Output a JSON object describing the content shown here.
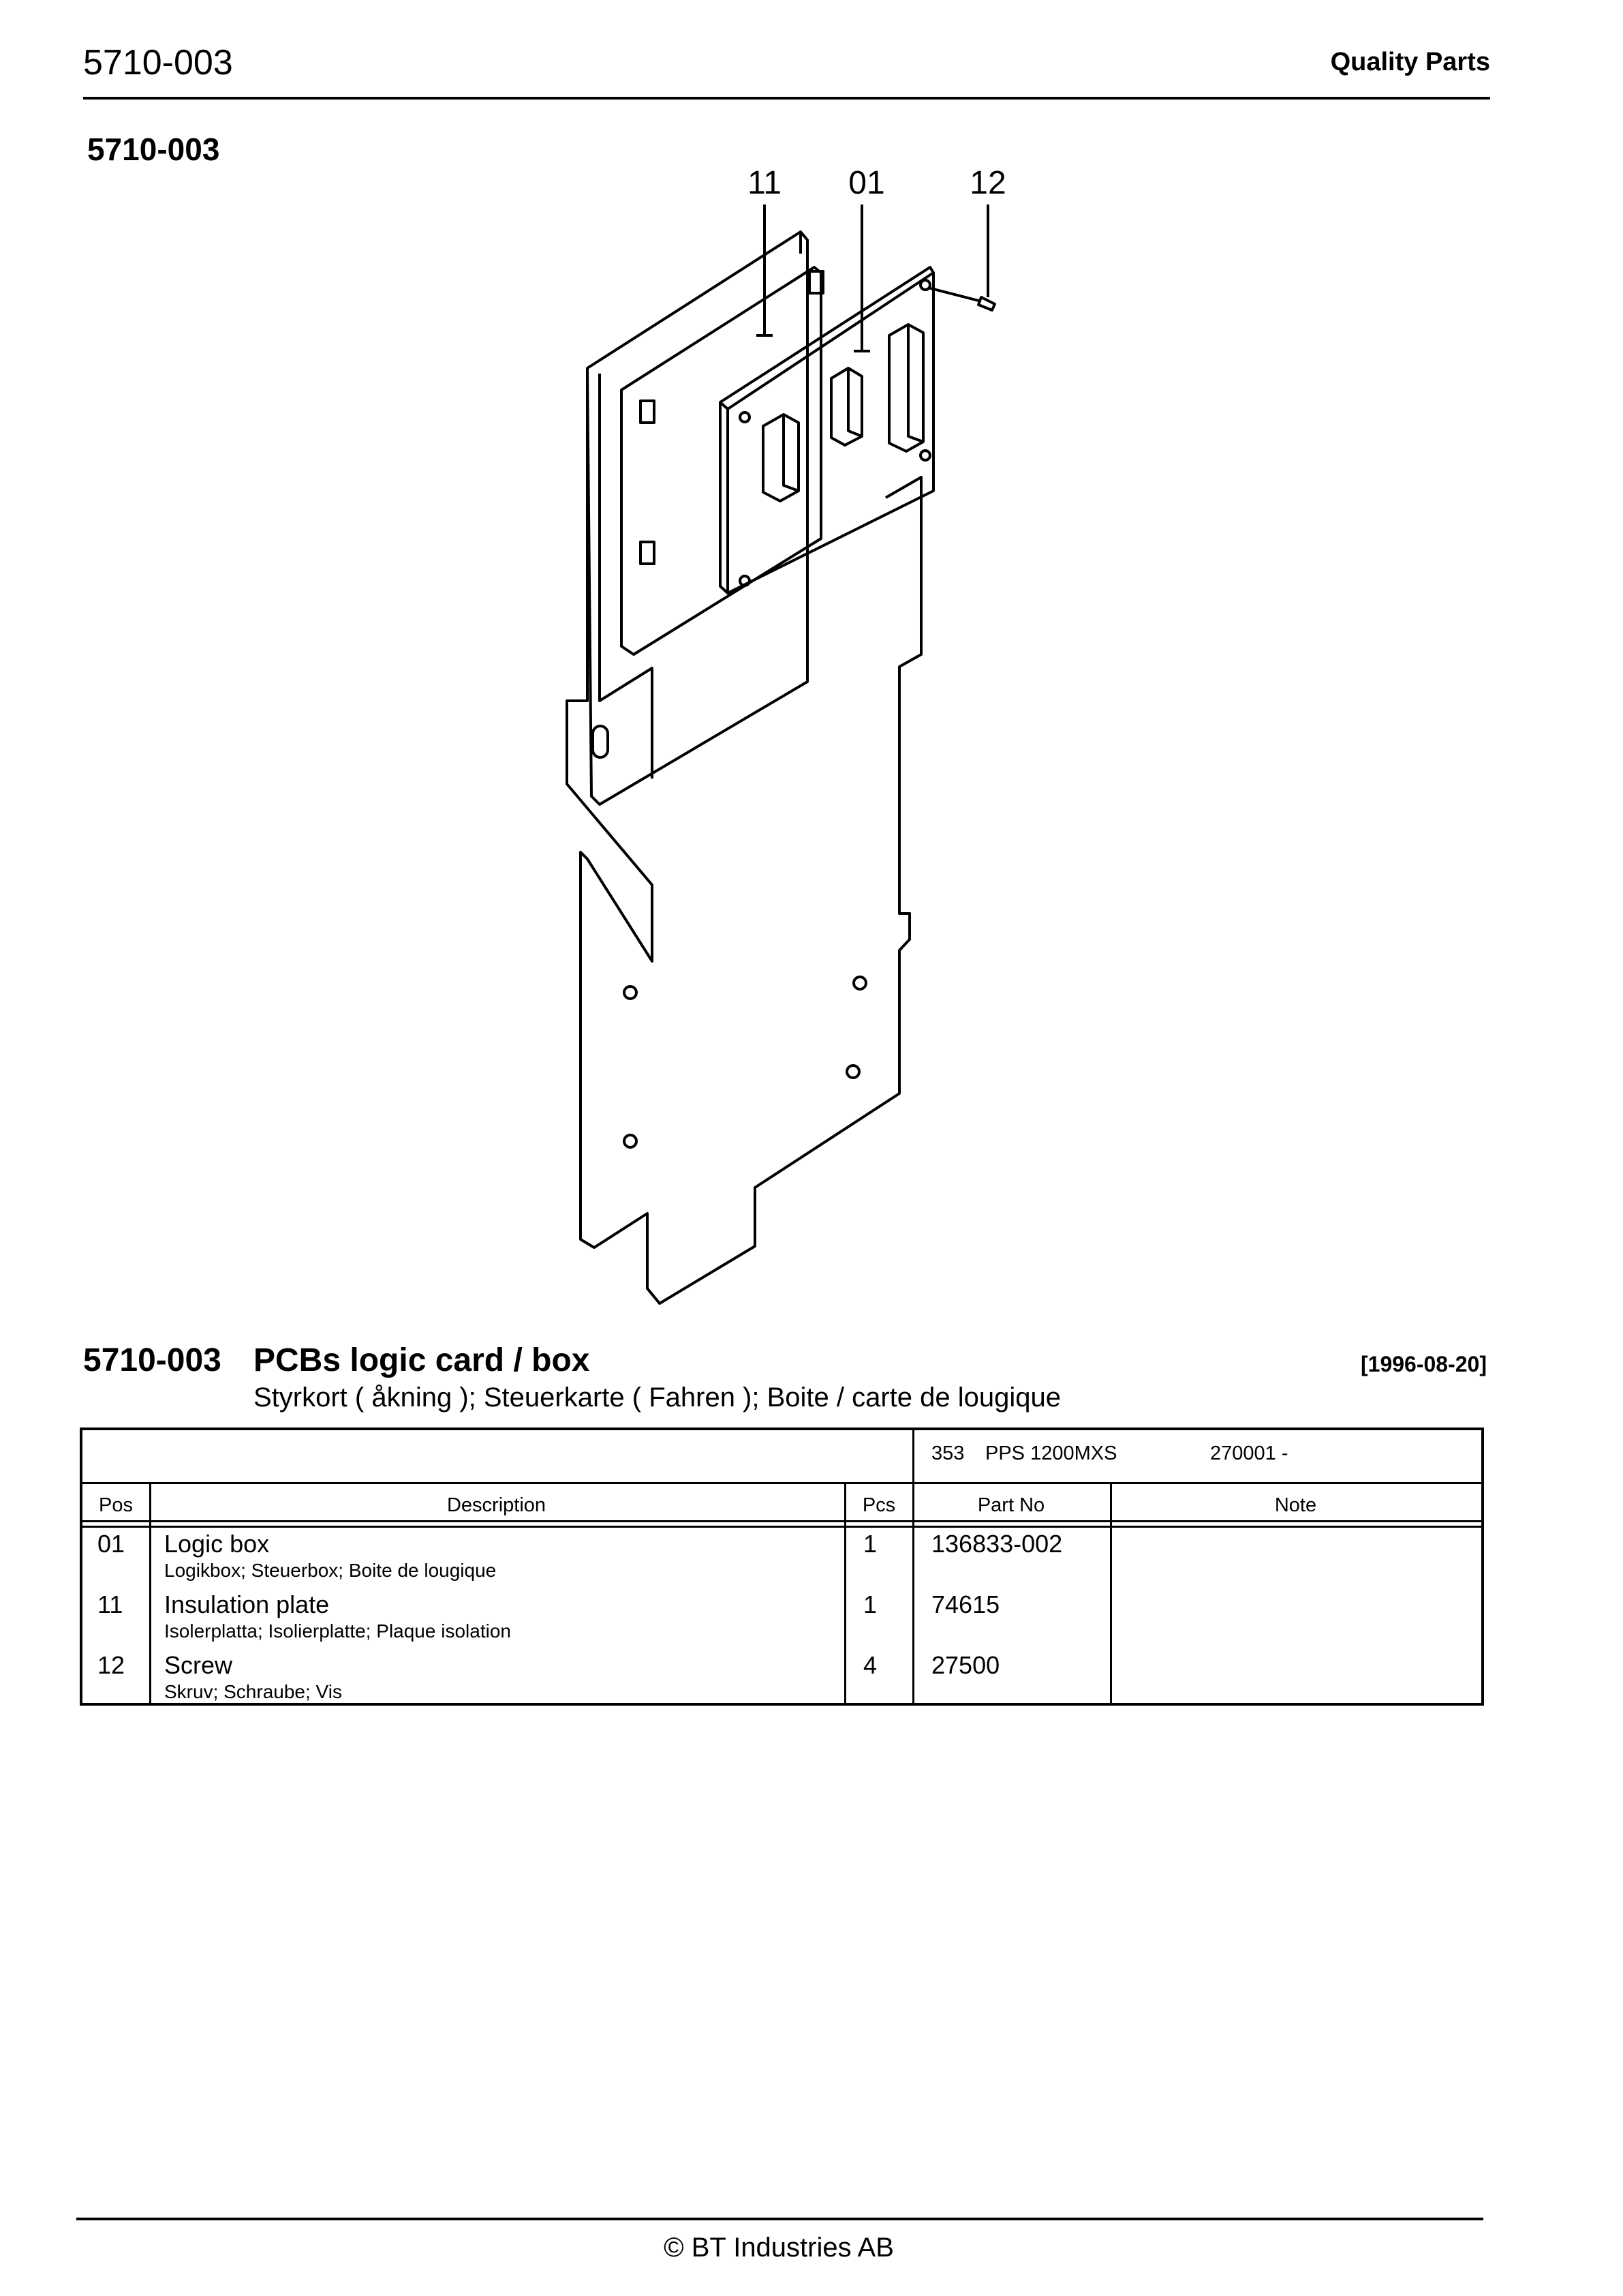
{
  "header": {
    "code": "5710-003",
    "brand": "Quality Parts"
  },
  "drawing": {
    "code": "5710-003",
    "callouts": [
      "11",
      "01",
      "12"
    ]
  },
  "title": {
    "code": "5710-003",
    "name": "PCBs logic card / box",
    "date": "[1996-08-20]",
    "translations": "Styrkort ( åkning ); Steuerkarte ( Fahren ); Boite / carte de lougique"
  },
  "applicability": {
    "model_no": "353",
    "model_name": "PPS 1200MXS",
    "serial": "270001 -"
  },
  "table": {
    "columns": [
      "Pos",
      "Description",
      "Pcs",
      "Part No",
      "Note"
    ],
    "rows": [
      {
        "pos": "01",
        "name": "Logic box",
        "translations": "Logikbox; Steuerbox; Boite de lougique",
        "pcs": "1",
        "part_no": "136833-002",
        "note": ""
      },
      {
        "pos": "11",
        "name": "Insulation plate",
        "translations": "Isolerplatta; Isolierplatte; Plaque isolation",
        "pcs": "1",
        "part_no": "74615",
        "note": ""
      },
      {
        "pos": "12",
        "name": "Screw",
        "translations": "Skruv; Schraube; Vis",
        "pcs": "4",
        "part_no": "27500",
        "note": ""
      }
    ]
  },
  "footer": {
    "copyright": "© BT Industries AB"
  }
}
